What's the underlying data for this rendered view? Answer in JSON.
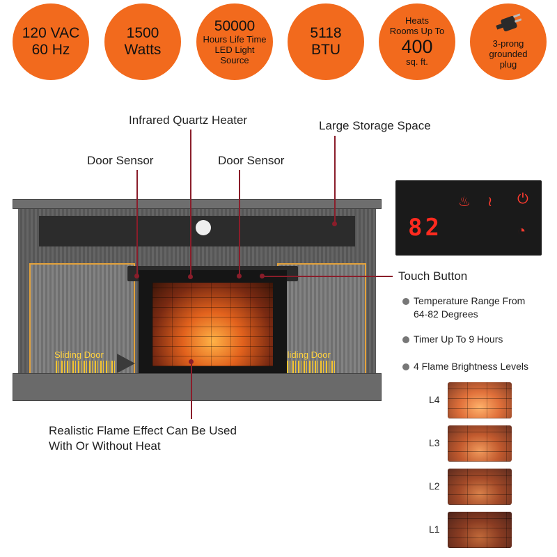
{
  "specs": [
    {
      "line1": "120 VAC",
      "line2": "60 Hz"
    },
    {
      "line1": "1500",
      "line2": "Watts"
    },
    {
      "line1": "50000",
      "line2": "Hours Life Time",
      "line3": "LED Light",
      "line4": "Source"
    },
    {
      "line1": "5118",
      "line2": "BTU"
    },
    {
      "line1": "Heats",
      "line2": "Rooms Up To",
      "line3": "400",
      "line4": "sq. ft."
    },
    {
      "line1": "3-prong",
      "line2": "grounded",
      "line3": "plug",
      "icon": "plug-icon"
    }
  ],
  "callouts": {
    "infrared": "Infrared Quartz Heater",
    "storage": "Large Storage Space",
    "door_sensor_left": "Door Sensor",
    "door_sensor_right": "Door Sensor",
    "touch_button": "Touch Button",
    "flame_effect_line1": "Realistic Flame Effect Can Be Used",
    "flame_effect_line2": "With Or Without Heat",
    "sliding_door_left": "Sliding Door",
    "sliding_door_right": "Sliding Door"
  },
  "panel": {
    "display": "82",
    "icons": [
      "flame-icon",
      "heat-icon",
      "power-icon",
      "timer-icon"
    ]
  },
  "features": [
    {
      "line1": "Temperature Range From",
      "line2": "64-82 Degrees"
    },
    {
      "line1": "Timer Up To 9 Hours"
    },
    {
      "line1": "4 Flame Brightness Levels"
    }
  ],
  "levels": [
    "L4",
    "L3",
    "L2",
    "L1"
  ],
  "colors": {
    "accent": "#f26a1d",
    "leader": "#8a1d2a",
    "door_outline": "#e3a23b",
    "panel_led": "#ff2a1f"
  }
}
